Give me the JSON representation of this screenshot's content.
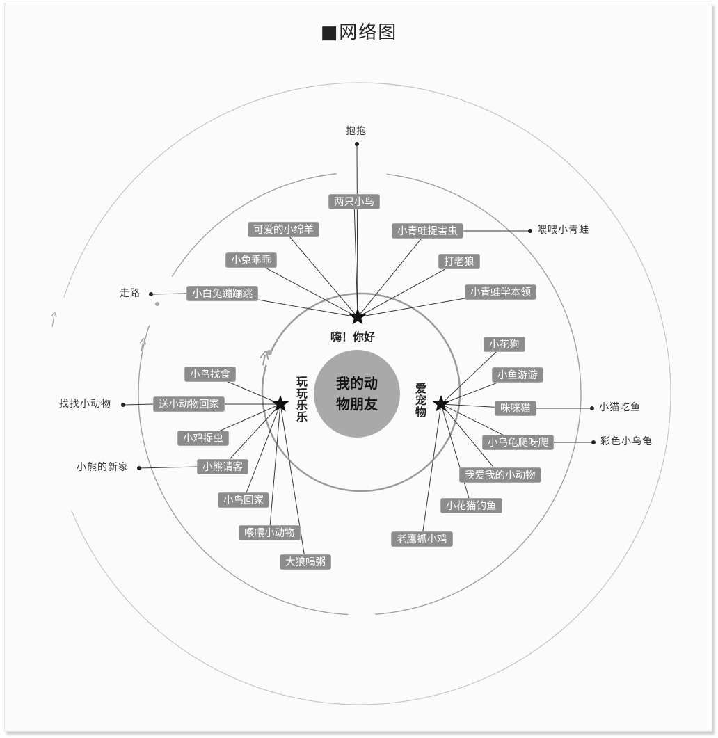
{
  "title": "■网络图",
  "center": {
    "line1": "我的动",
    "line2": "物朋友"
  },
  "hubs": [
    {
      "label": "嗨！你好",
      "top_item": "抱抱",
      "branches": [
        {
          "label": "两只小鸟"
        },
        {
          "label": "可爱的小绵羊"
        },
        {
          "label": "小青蛙捉害虫",
          "outer": "喂喂小青蛙"
        },
        {
          "label": "小兔乖乖"
        },
        {
          "label": "打老狼"
        },
        {
          "label": "小白兔蹦蹦跳",
          "outer": "走路"
        },
        {
          "label": "小青蛙学本领"
        }
      ]
    },
    {
      "label": "玩玩乐乐",
      "branches": [
        {
          "label": "小鸟找食"
        },
        {
          "label": "送小动物回家",
          "outer": "找找小动物"
        },
        {
          "label": "小鸡捉虫"
        },
        {
          "label": "小熊请客",
          "outer": "小熊的新家"
        },
        {
          "label": "小鸟回家"
        },
        {
          "label": "喂喂小动物"
        },
        {
          "label": "大狼喝粥"
        }
      ]
    },
    {
      "label": "爱宠物",
      "branches": [
        {
          "label": "小花狗"
        },
        {
          "label": "小鱼游游"
        },
        {
          "label": "咪咪猫",
          "outer": "小猫吃鱼"
        },
        {
          "label": "小乌龟爬呀爬",
          "outer": "彩色小乌龟"
        },
        {
          "label": "我爱我的小动物"
        },
        {
          "label": "小花猫钓鱼"
        },
        {
          "label": "老鹰抓小鸡"
        }
      ]
    }
  ],
  "colors": {
    "box": "#8c8c8c",
    "ring": "#999999",
    "center": "#a9a9a9"
  }
}
